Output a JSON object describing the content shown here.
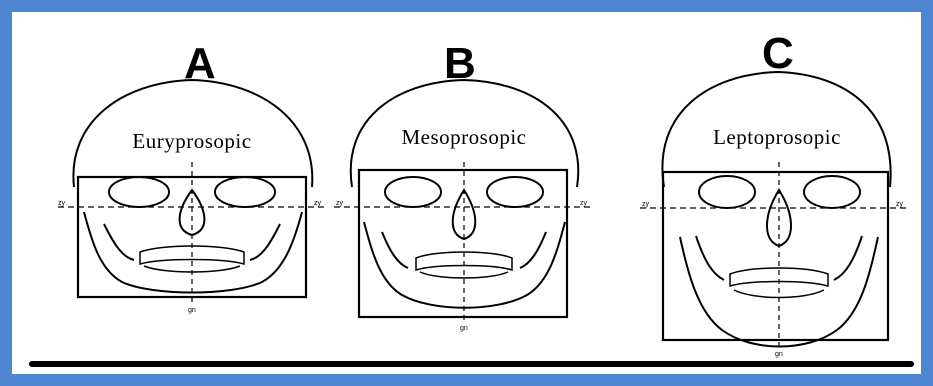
{
  "figure": {
    "frame_color": "#4f86d2",
    "panels": [
      {
        "letter": "A",
        "face_type": "Euryprosopic",
        "left_marker": "zy",
        "right_marker": "zy",
        "bottom_marker": "gn"
      },
      {
        "letter": "B",
        "face_type": "Mesoprosopic",
        "left_marker": "zy",
        "right_marker": "zy",
        "bottom_marker": "gn"
      },
      {
        "letter": "C",
        "face_type": "Leptoprosopic",
        "left_marker": "zy",
        "right_marker": "zy",
        "bottom_marker": "gn"
      }
    ]
  }
}
